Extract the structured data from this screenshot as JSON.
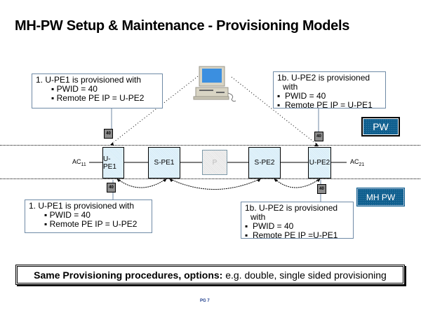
{
  "title": "MH-PW Setup & Maintenance - Provisioning Models",
  "callouts": {
    "top_left": {
      "heading": "1. U-PE1 is provisioned with",
      "bullets": [
        "PWID = 40",
        "Remote PE IP = U-PE2"
      ]
    },
    "top_right": {
      "heading": "1b. U-PE2 is provisioned",
      "heading_cont": "with",
      "bullets": [
        "PWID = 40",
        "Remote PE IP = U-PE1"
      ]
    },
    "bottom_left": {
      "heading": "1. U-PE1 is provisioned with",
      "bullets": [
        "PWID = 40",
        "Remote PE IP = U-PE2"
      ]
    },
    "bottom_right": {
      "heading": "1b. U-PE2 is provisioned",
      "heading_cont": "with",
      "bullets": [
        "PWID = 40",
        "Remote PE IP =U-PE1"
      ]
    }
  },
  "bullet_glyph": "▪",
  "nodes": {
    "upe1": "U-PE1",
    "spe1": "S-PE1",
    "p": "P",
    "spe2": "S-PE2",
    "upe2": "U-PE2"
  },
  "attachment_circuits": {
    "left": {
      "label": "AC",
      "sub": "11"
    },
    "right": {
      "label": "AC",
      "sub": "21"
    }
  },
  "tags": {
    "top_left": "40",
    "top_right": "40",
    "bottom_left": "40",
    "bottom_right": "40"
  },
  "legend": {
    "pw": "PW",
    "mh_pw": "MH PW"
  },
  "management_station": {
    "icon": "computer-icon"
  },
  "footer": {
    "bold": "Same Provisioning procedures, options:",
    "normal": " e.g. double, single sided provisioning"
  },
  "page_number": "PG 7",
  "colors": {
    "node_fill": "#d6ecf8",
    "badge_fill": "#0f5f8f",
    "callout_border": "#6f8aa6",
    "tag_fill": "#8c8c8c"
  }
}
